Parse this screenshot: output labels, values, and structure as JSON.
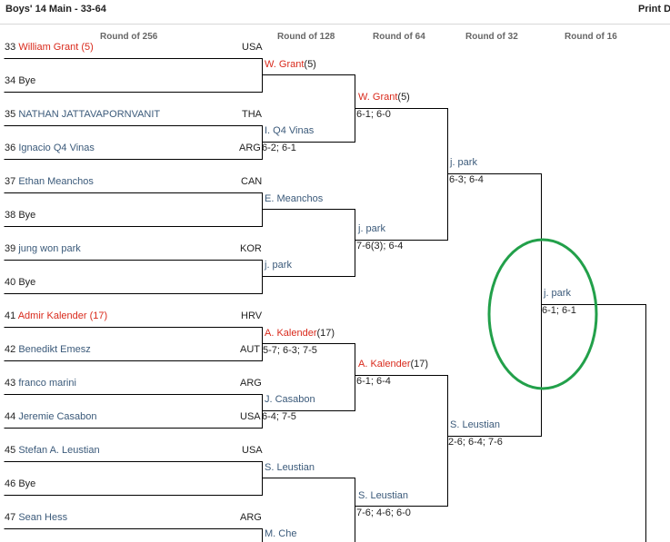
{
  "header": {
    "title": "Boys' 14 Main - 33-64",
    "print_label": "Print D"
  },
  "rounds": [
    "Round of 256",
    "Round of 128",
    "Round of 64",
    "Round of 32",
    "Round of 16"
  ],
  "players": [
    {
      "num": "33",
      "name": "William Grant (5)",
      "country": "USA",
      "seed": true
    },
    {
      "num": "34",
      "name": "Bye",
      "country": "",
      "seed": false
    },
    {
      "num": "35",
      "name": "NATHAN JATTAVAPORNVANIT",
      "country": "THA",
      "seed": false
    },
    {
      "num": "36",
      "name": "Ignacio Q4 Vinas",
      "country": "ARG",
      "seed": false
    },
    {
      "num": "37",
      "name": "Ethan Meanchos",
      "country": "CAN",
      "seed": false
    },
    {
      "num": "38",
      "name": "Bye",
      "country": "",
      "seed": false
    },
    {
      "num": "39",
      "name": "jung won park",
      "country": "KOR",
      "seed": false
    },
    {
      "num": "40",
      "name": "Bye",
      "country": "",
      "seed": false
    },
    {
      "num": "41",
      "name": "Admir Kalender (17)",
      "country": "HRV",
      "seed": true
    },
    {
      "num": "42",
      "name": "Benedikt Emesz",
      "country": "AUT",
      "seed": false
    },
    {
      "num": "43",
      "name": "franco marini",
      "country": "ARG",
      "seed": false
    },
    {
      "num": "44",
      "name": "Jeremie Casabon",
      "country": "USA",
      "seed": false
    },
    {
      "num": "45",
      "name": "Stefan A. Leustian",
      "country": "USA",
      "seed": false
    },
    {
      "num": "46",
      "name": "Bye",
      "country": "",
      "seed": false
    },
    {
      "num": "47",
      "name": "Sean Hess",
      "country": "ARG",
      "seed": false
    }
  ],
  "r128": [
    {
      "name": "W. Grant",
      "seed_label": "(5)",
      "score": "",
      "seed": true
    },
    {
      "name": "I. Q4 Vinas",
      "seed_label": "",
      "score": "6-2; 6-1",
      "seed": false
    },
    {
      "name": "E. Meanchos",
      "seed_label": "",
      "score": "",
      "seed": false
    },
    {
      "name": "j. park",
      "seed_label": "",
      "score": "",
      "seed": false
    },
    {
      "name": "A. Kalender",
      "seed_label": "(17)",
      "score": "",
      "seed": true
    },
    {
      "name": "J. Casabon",
      "seed_label": "",
      "score": "5-7; 6-3; 7-5",
      "seed": false
    },
    {
      "name": "S. Leustian",
      "seed_label": "",
      "score": "6-4; 7-5",
      "seed": false
    },
    {
      "name": "M. Che",
      "seed_label": "",
      "score": "",
      "seed": false
    }
  ],
  "r64": [
    {
      "name": "W. Grant",
      "seed_label": "(5)",
      "score": "6-1; 6-0",
      "seed": true
    },
    {
      "name": "j. park",
      "seed_label": "",
      "score": "7-6(3); 6-4",
      "seed": false
    },
    {
      "name": "A. Kalender",
      "seed_label": "(17)",
      "score": "6-1; 6-4",
      "seed": true
    },
    {
      "name": "S. Leustian",
      "seed_label": "",
      "score": "7-6; 4-6; 6-0",
      "seed": false
    }
  ],
  "r32": [
    {
      "name": "j. park",
      "seed_label": "",
      "score": "6-3; 6-4",
      "seed": false
    },
    {
      "name": "S. Leustian",
      "seed_label": "",
      "score": "2-6; 6-4; 7-6",
      "seed": false
    }
  ],
  "r16": [
    {
      "name": "j. park",
      "seed_label": "",
      "score": "6-1; 6-1",
      "seed": false
    }
  ],
  "colors": {
    "line": "#000000",
    "seed": "#d92a1c",
    "name": "#3b5a7a",
    "highlight": "#22a04a"
  }
}
